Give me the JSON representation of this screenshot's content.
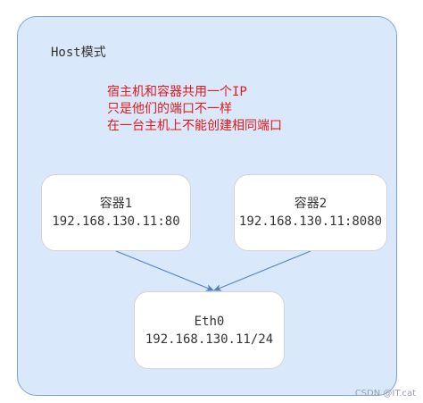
{
  "host": {
    "title": "Host模式"
  },
  "note": {
    "lines": [
      "宿主机和容器共用一个IP",
      "只是他们的端口不一样",
      "在一台主机上不能创建相同端口"
    ]
  },
  "nodes": {
    "container1": {
      "name": "容器1",
      "address": "192.168.130.11:80"
    },
    "container2": {
      "name": "容器2",
      "address": "192.168.130.11:8080"
    },
    "eth0": {
      "name": "Eth0",
      "address": "192.168.130.11/24"
    }
  },
  "colors": {
    "frame_fill": "#dae8fc",
    "frame_border": "#7aa3d0",
    "note_text": "#e31a1a",
    "arrow": "#4f81bd"
  },
  "watermark": "CSDN @IT.cat"
}
